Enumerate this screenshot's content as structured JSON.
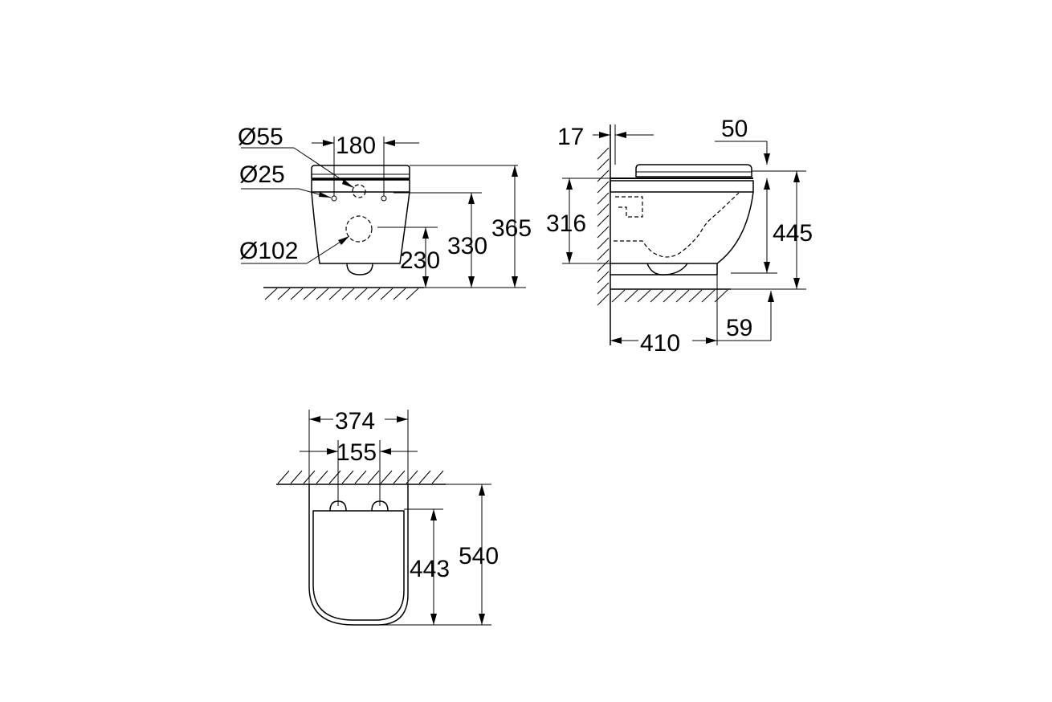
{
  "front_view": {
    "dim_dia55": "Ø55",
    "dim_180": "180",
    "dim_dia25": "Ø25",
    "dim_365": "365",
    "dim_330": "330",
    "dim_230": "230",
    "dim_dia102": "Ø102"
  },
  "side_view": {
    "dim_17": "17",
    "dim_50": "50",
    "dim_316": "316",
    "dim_445": "445",
    "dim_59": "59",
    "dim_410": "410"
  },
  "top_view": {
    "dim_374": "374",
    "dim_155": "155",
    "dim_443": "443",
    "dim_540": "540"
  }
}
